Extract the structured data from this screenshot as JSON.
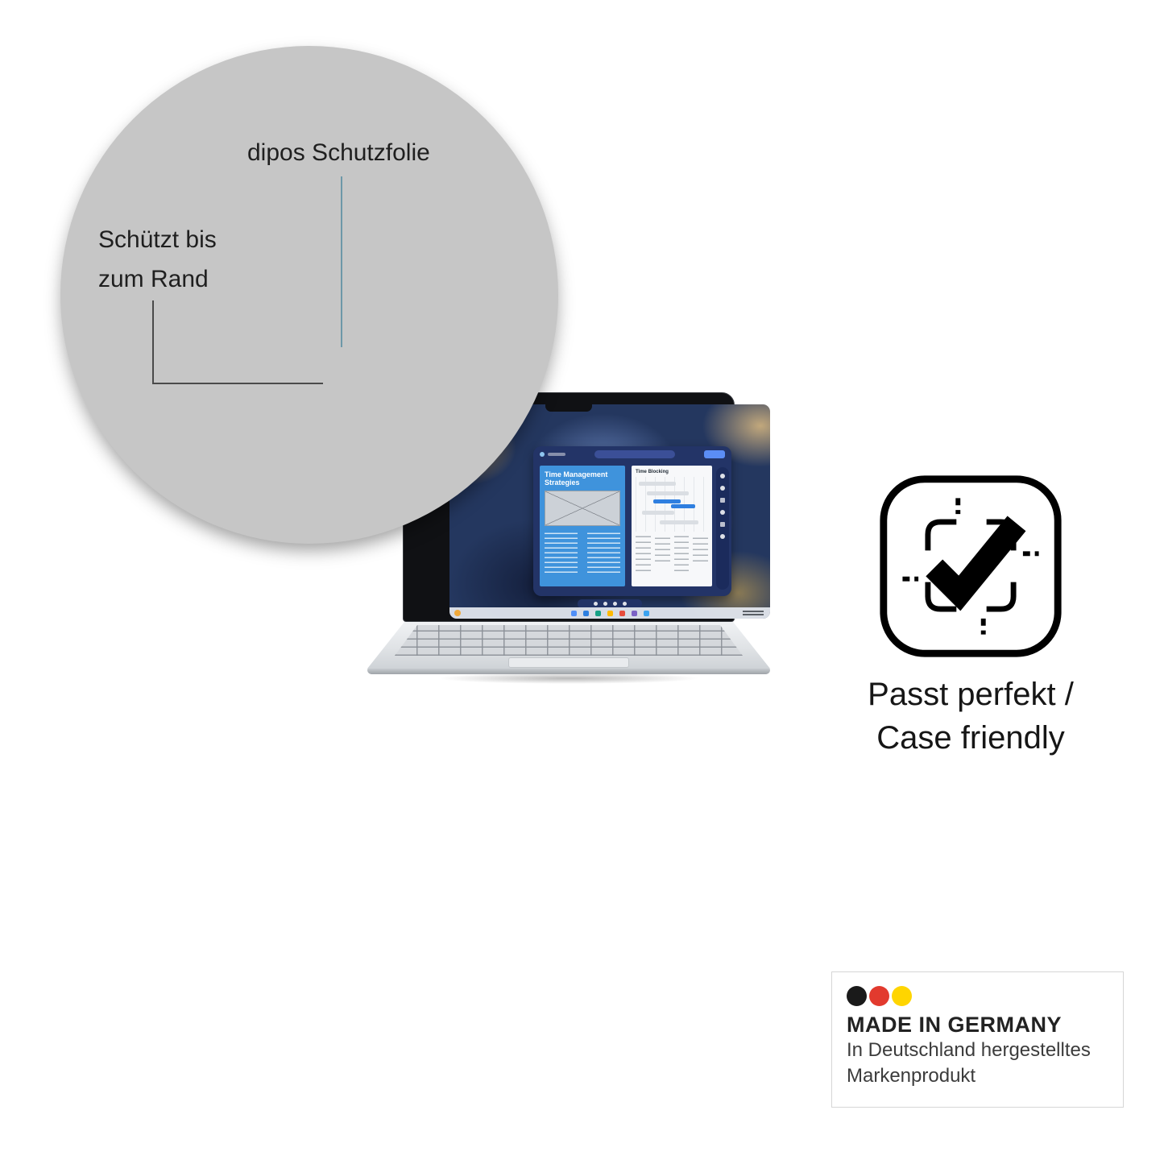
{
  "circle_badge": {
    "title": "dipos Schutzfolie",
    "line1": "Schützt bis",
    "line2": "zum Rand"
  },
  "laptop_screen": {
    "slide_title": "Time Management Strategies",
    "panel_title": "Time Blocking"
  },
  "fit_feature": {
    "line1": "Passt perfekt /",
    "line2": "Case friendly"
  },
  "made_in_germany": {
    "title": "MADE IN GERMANY",
    "line1": "In Deutschland hergestelltes",
    "line2": "Markenprodukt"
  },
  "colors": {
    "accent_teal": "#6d98a8",
    "callout_dark": "#4a4a4a",
    "flag_black": "#1a1a1a",
    "flag_red": "#e23a2e",
    "flag_gold": "#ffd500",
    "page_blue": "#3f93dc",
    "window_navy": "#233467"
  }
}
